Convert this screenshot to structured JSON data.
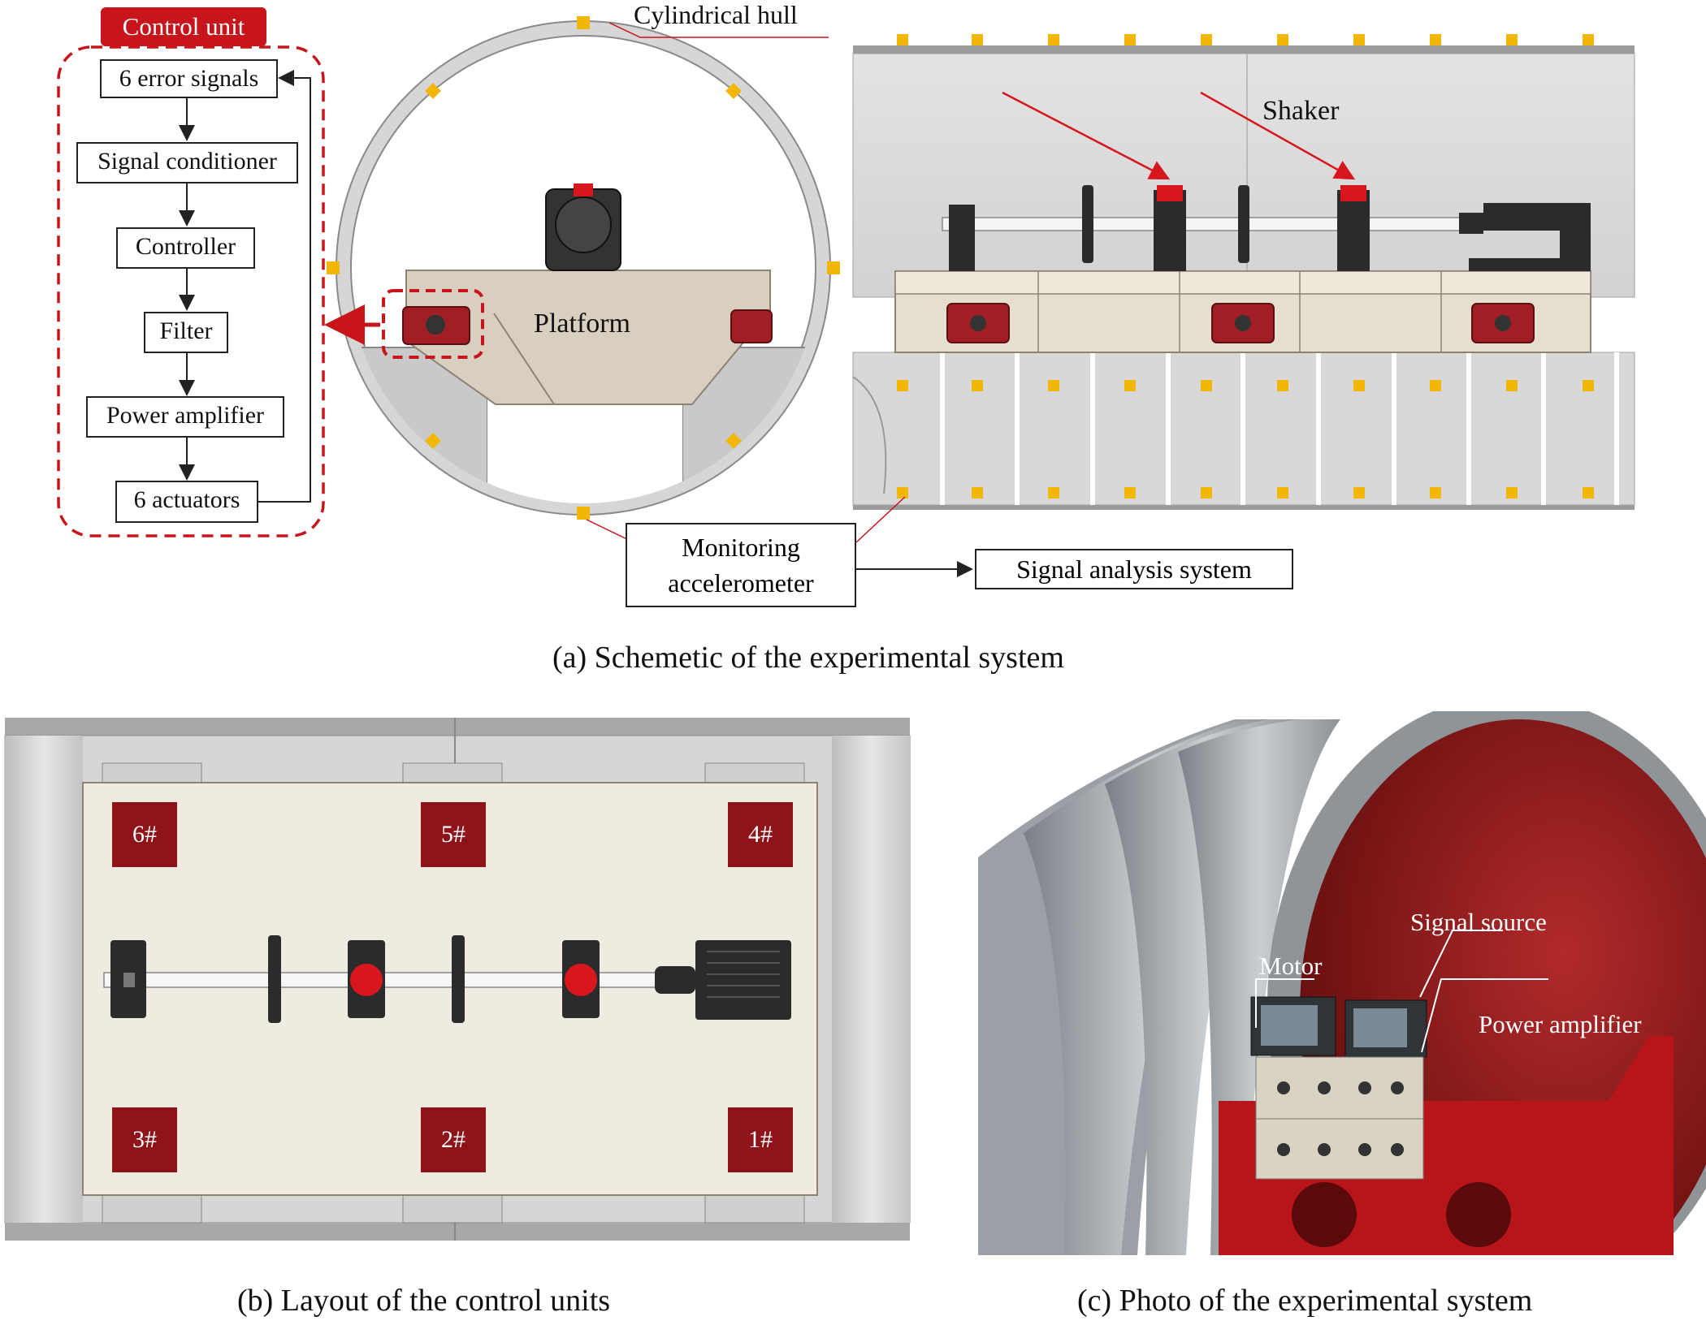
{
  "control_unit": {
    "title": "Control unit",
    "blocks": [
      "6 error signals",
      "Signal conditioner",
      "Controller",
      "Filter",
      "Power amplifier",
      "6 actuators"
    ]
  },
  "panel_a": {
    "cylindrical_hull": "Cylindrical hull",
    "platform": "Platform",
    "shaker": "Shaker",
    "monitoring_line1": "Monitoring",
    "monitoring_line2": "accelerometer",
    "signal_analysis": "Signal analysis system",
    "caption": "(a) Schemetic of the experimental system"
  },
  "panel_b": {
    "units": [
      "6#",
      "5#",
      "4#",
      "3#",
      "2#",
      "1#"
    ],
    "caption": "(b) Layout of the control units"
  },
  "panel_c": {
    "motor": "Motor",
    "signal_source": "Signal source",
    "power_amplifier": "Power amplifier",
    "caption": "(c) Photo of the experimental system"
  },
  "colors": {
    "accent_red": "#c8141b",
    "dark_red": "#8e1419",
    "accelerometer_yellow": "#f2b705",
    "hull_gray": "#d4d4d4",
    "platform_beige": "#d9cfc0"
  }
}
